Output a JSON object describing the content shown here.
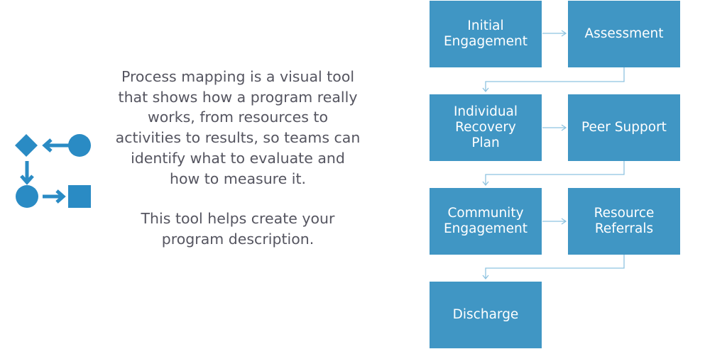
{
  "description": {
    "paragraphs": [
      "Process mapping is a visual tool that shows how a program really works, from resources to activities to results, so teams can identify what to evaluate and how to measure it.",
      "This tool helps create your program description."
    ]
  },
  "icon": {
    "name": "process-map-icon",
    "color": "#2a8bc4"
  },
  "flow": {
    "box_color": "#4096c4",
    "connector_color": "#8ec3e0",
    "steps": [
      {
        "label": "Initial\nEngagement"
      },
      {
        "label": "Assessment"
      },
      {
        "label": "Individual\nRecovery\nPlan"
      },
      {
        "label": "Peer Support"
      },
      {
        "label": "Community\nEngagement"
      },
      {
        "label": "Resource\nReferrals"
      },
      {
        "label": "Discharge"
      }
    ]
  }
}
